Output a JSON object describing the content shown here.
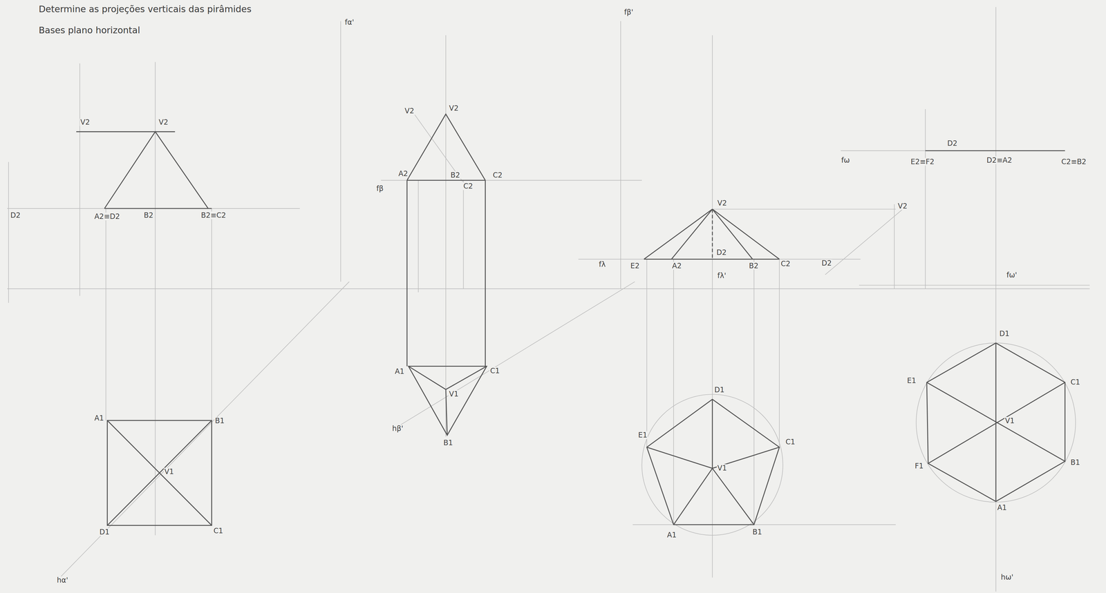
{
  "diagram": {
    "title": "Determine as projeções verticais das pirâmides",
    "labels": [
      "Bases plano horizontal",
      "fα'",
      "fβ'",
      "V2",
      "V2",
      "D2",
      "A2≡D2",
      "B2",
      "B2≡C2",
      "A1",
      "B1",
      "V1",
      "D1",
      "C1",
      "hα'",
      "V2",
      "V2",
      "A2",
      "B2",
      "C2",
      "C2",
      "fβ",
      "A1",
      "C1",
      "V1",
      "hβ'",
      "B1",
      "V2",
      "V2",
      "fλ",
      "E2",
      "A2",
      "D2",
      "B2",
      "C2",
      "D2",
      "fλ'",
      "D1",
      "E1",
      "C1",
      "V1",
      "A1",
      "B1",
      "fω",
      "D2",
      "E2≡F2",
      "D2≡A2",
      "C2≡B2",
      "fω'",
      "D1",
      "E1",
      "C1",
      "V1",
      "F1",
      "B1",
      "A1",
      "hω'"
    ]
  }
}
